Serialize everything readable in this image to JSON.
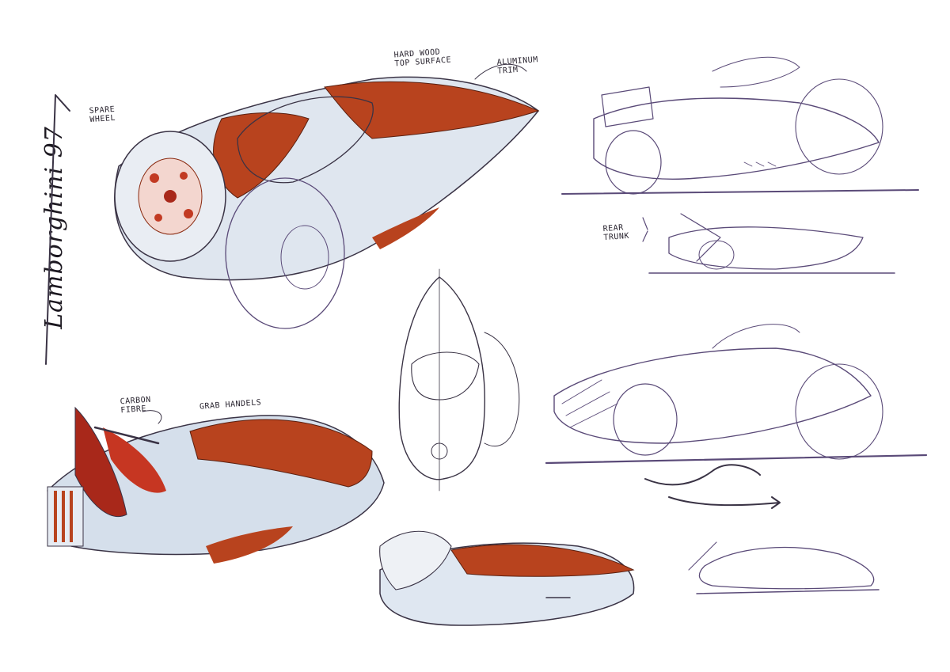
{
  "annotations": {
    "spare_wheel": "SPARE\nWHEEL",
    "hard_wood_top_surface": "HARD WOOD\nTOP SURFACE",
    "aluminum_trim": "ALUMINUM\nTRIM",
    "rear_trunk": "REAR\nTRUNK",
    "carbon_fibre": "CARBON\nFIBRE",
    "grab_handles": "GRAB HANDELS"
  },
  "signature": "Lamborghini 97",
  "colors": {
    "paper": "#ffffff",
    "wood": "#b8431e",
    "wood_dark": "#8a2a10",
    "metal": "#c9d6e6",
    "ink": "#3a3345",
    "seat_red": "#a8281a"
  }
}
